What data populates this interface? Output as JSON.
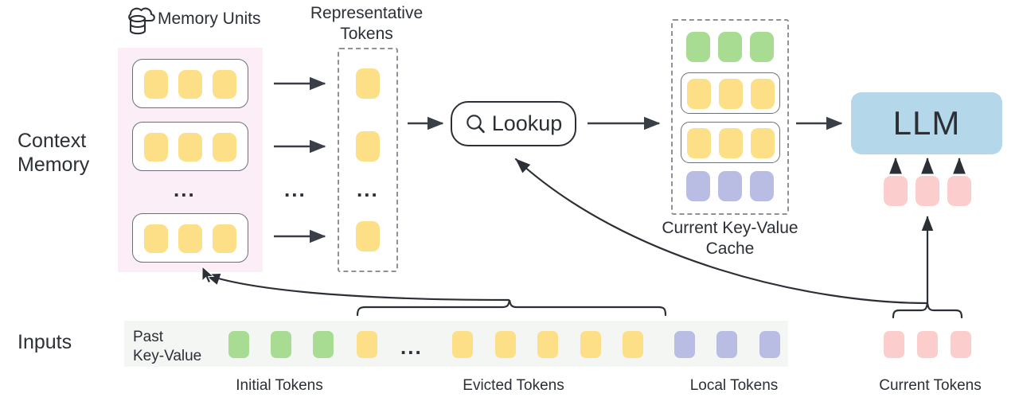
{
  "diagram": {
    "title": "Context Memory LLM KV-cache lookup pipeline",
    "row_labels": {
      "context_memory": "Context\nMemory",
      "inputs": "Inputs"
    },
    "headers": {
      "memory_units": "Memory Units",
      "representative_tokens": "Representative\nTokens",
      "current_kv_cache": "Current Key-Value\nCache"
    },
    "ellipsis": "...",
    "lookup": {
      "label": "Lookup",
      "icon": "search-icon"
    },
    "llm": {
      "label": "LLM"
    },
    "inputs_row": {
      "strip_label": "Past\nKey-Value",
      "tokens": [
        {
          "color": "green"
        },
        {
          "color": "green"
        },
        {
          "color": "green"
        },
        {
          "color": "yellow"
        },
        {
          "color": "ellipsis"
        },
        {
          "color": "yellow"
        },
        {
          "color": "yellow"
        },
        {
          "color": "yellow"
        },
        {
          "color": "yellow"
        },
        {
          "color": "yellow"
        },
        {
          "color": "purple"
        },
        {
          "color": "purple"
        },
        {
          "color": "purple"
        }
      ],
      "current_tokens": [
        {
          "color": "pink"
        },
        {
          "color": "pink"
        },
        {
          "color": "pink"
        }
      ],
      "group_labels": {
        "initial": "Initial Tokens",
        "evicted": "Evicted Tokens",
        "local": "Local Tokens",
        "current": "Current Tokens"
      }
    },
    "memory_units": [
      {
        "tokens": [
          "yellow",
          "yellow",
          "yellow"
        ]
      },
      {
        "tokens": [
          "yellow",
          "yellow",
          "yellow"
        ]
      },
      {
        "tokens": [
          "yellow",
          "yellow",
          "yellow"
        ]
      }
    ],
    "representative_tokens": [
      "yellow",
      "yellow",
      "yellow"
    ],
    "kv_cache_rows": [
      {
        "boxed": false,
        "tokens": [
          "green",
          "green",
          "green"
        ]
      },
      {
        "boxed": true,
        "tokens": [
          "yellow",
          "yellow",
          "yellow"
        ]
      },
      {
        "boxed": true,
        "tokens": [
          "yellow",
          "yellow",
          "yellow"
        ]
      },
      {
        "boxed": false,
        "tokens": [
          "purple",
          "purple",
          "purple"
        ]
      }
    ],
    "llm_input_tokens": [
      "pink",
      "pink",
      "pink"
    ],
    "colors": {
      "green": "#a8dc92",
      "yellow": "#fcdf86",
      "purple": "#b9bde4",
      "pink": "#fccdcd",
      "llm_blue": "#b4d8ea",
      "memory_bg": "#fbeef6",
      "inputs_bg": "#f4f6f4",
      "stroke": "#2b2f36",
      "dashed": "#8d9199",
      "text": "#2b2f36"
    }
  }
}
